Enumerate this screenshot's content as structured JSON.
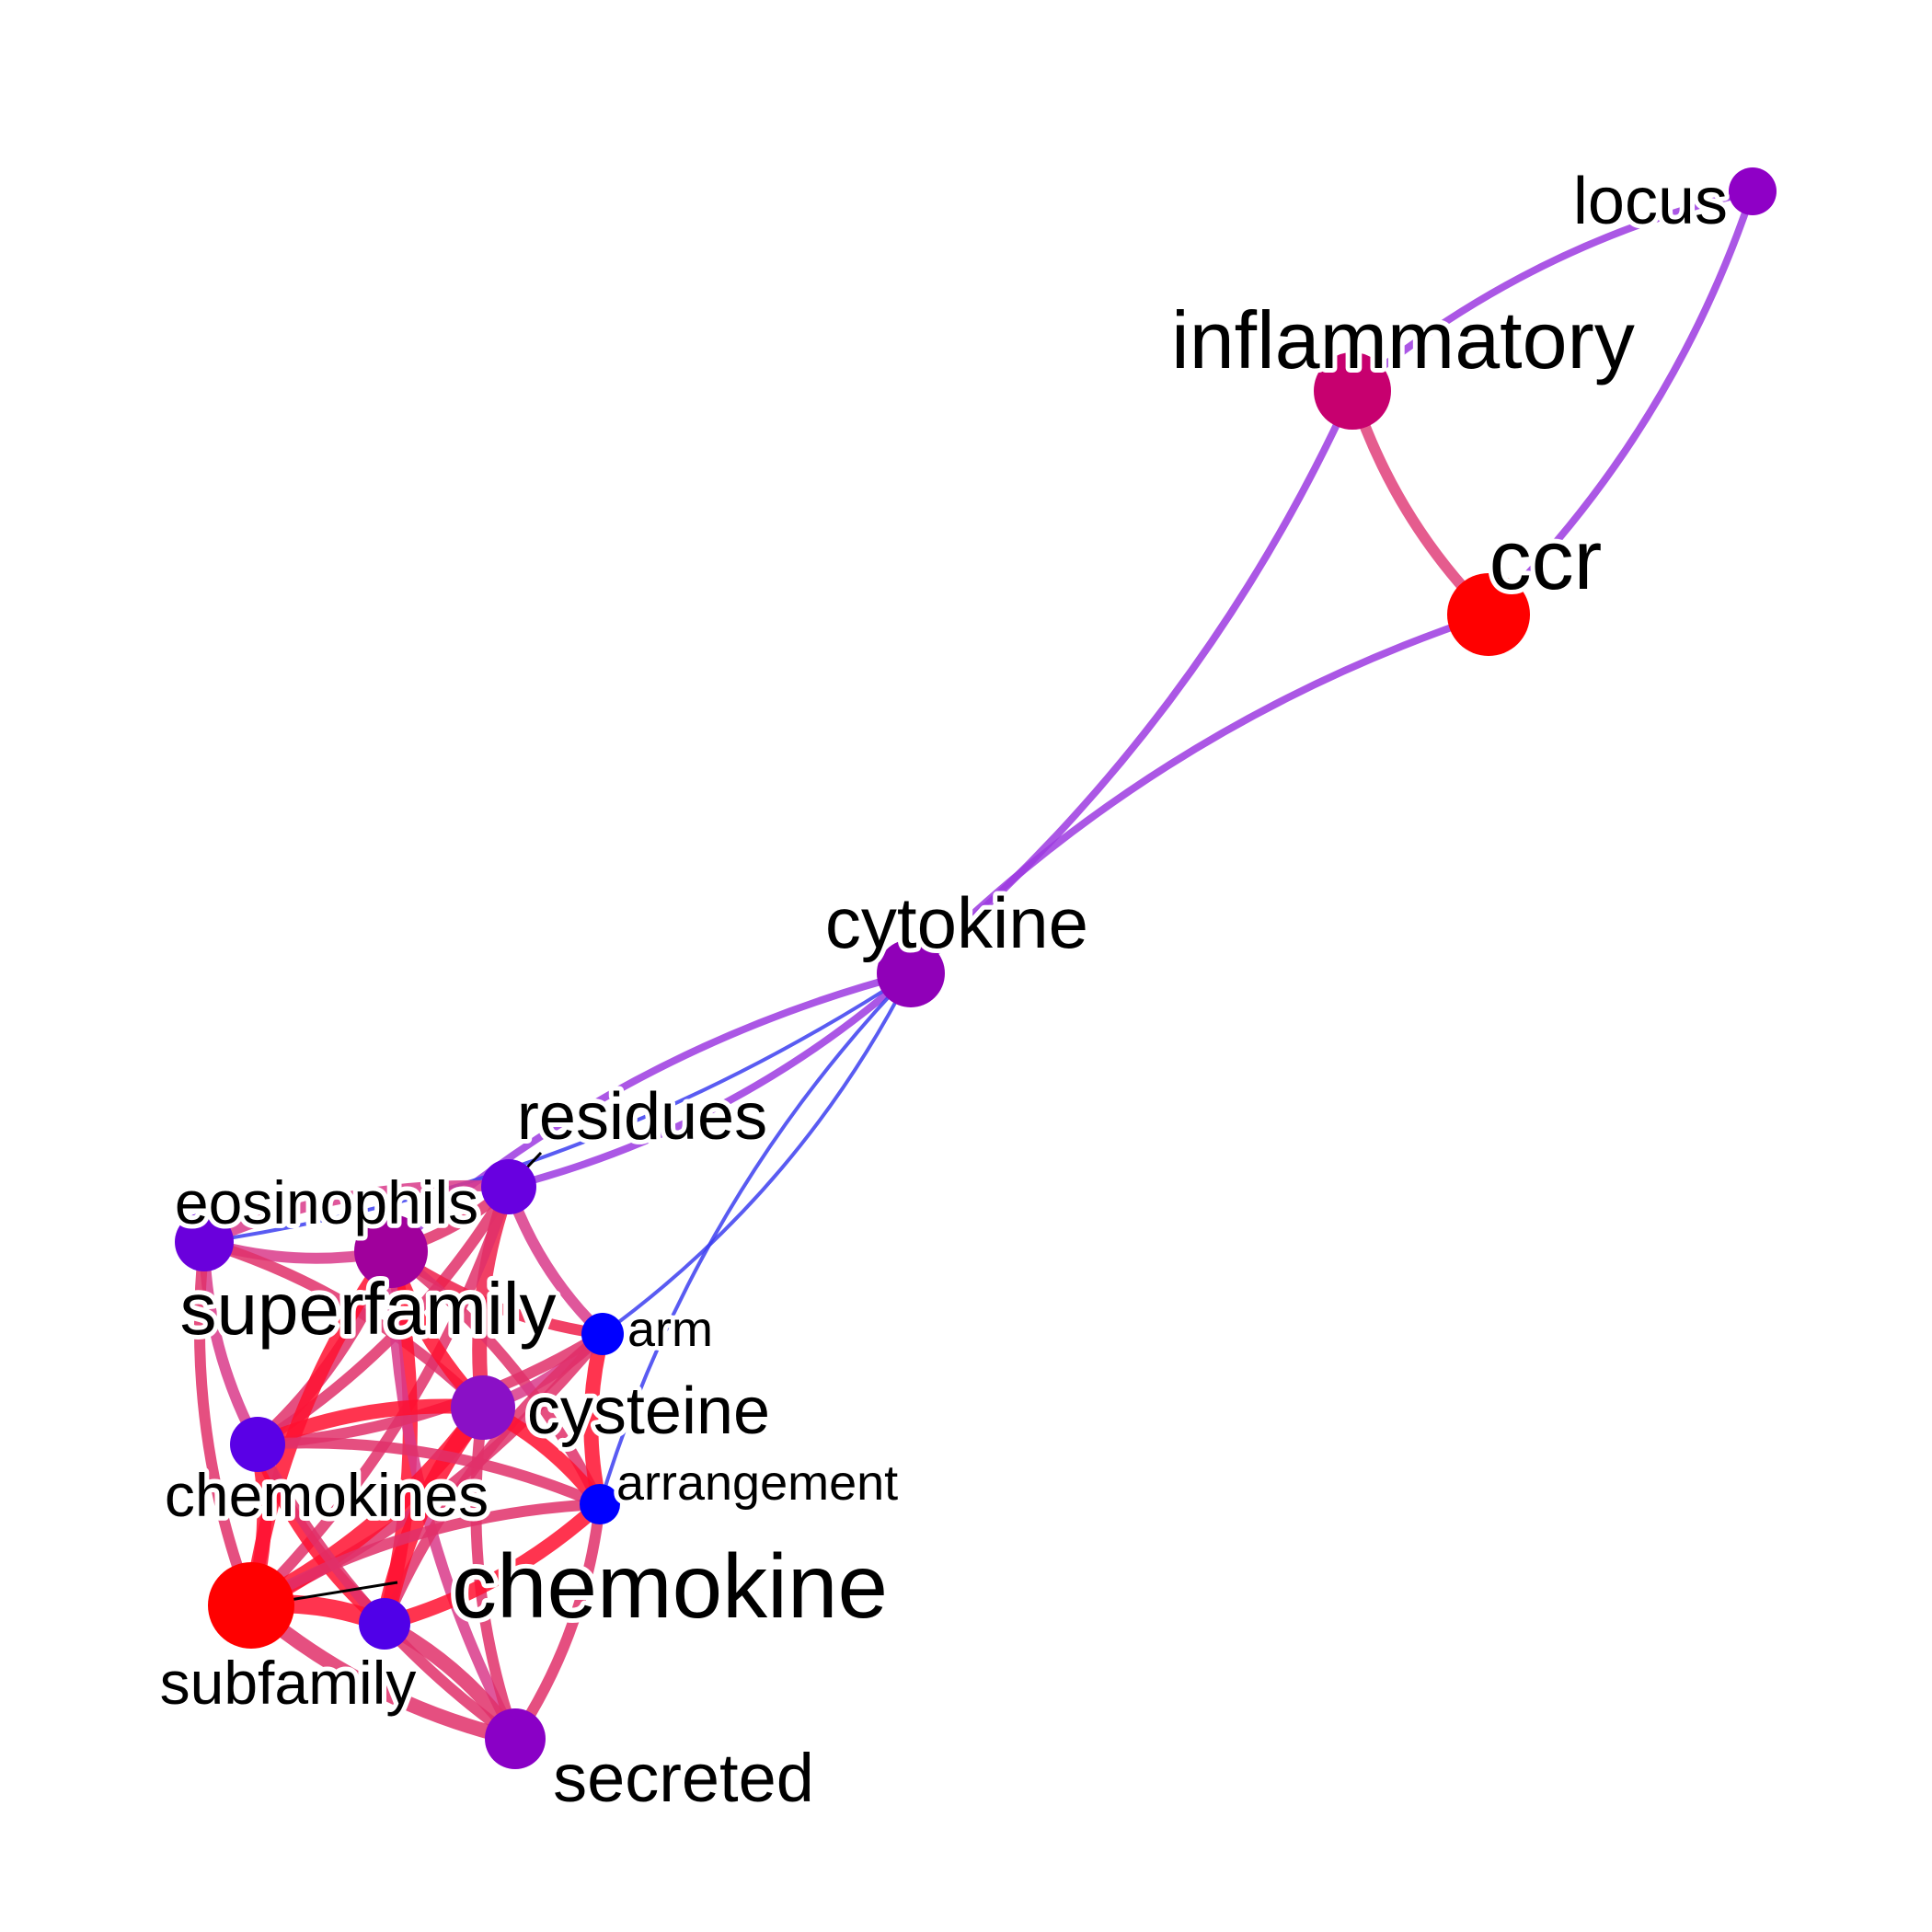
{
  "graph": {
    "type": "word co-occurrence network",
    "colors": {
      "high": "#ff0000",
      "mid": "#8a00c4",
      "low": "#0000ff",
      "edge_mid": "#9c3ae0",
      "label": "#000000",
      "background": "#ffffff"
    },
    "nodes": [
      {
        "id": "locus",
        "label": "locus",
        "color": "#8f00c6",
        "weight": 1
      },
      {
        "id": "inflammatory",
        "label": "inflammatory",
        "color": "#c7006f",
        "weight": 3
      },
      {
        "id": "ccr",
        "label": "ccr",
        "color": "#ff0000",
        "weight": 4
      },
      {
        "id": "cytokine",
        "label": "cytokine",
        "color": "#9000b8",
        "weight": 2
      },
      {
        "id": "residues",
        "label": "residues",
        "color": "#6800e0",
        "weight": 1
      },
      {
        "id": "eosinophils",
        "label": "eosinophils",
        "color": "#6a00dc",
        "weight": 1
      },
      {
        "id": "superfamily",
        "label": "superfamily",
        "color": "#a0009c",
        "weight": 3
      },
      {
        "id": "arm",
        "label": "arm",
        "color": "#0000ff",
        "weight": 0
      },
      {
        "id": "cysteine",
        "label": "cysteine",
        "color": "#8a10c6",
        "weight": 2
      },
      {
        "id": "chemokines",
        "label": "chemokines",
        "color": "#5a00e6",
        "weight": 1
      },
      {
        "id": "arrangement",
        "label": "arrangement",
        "color": "#0000ff",
        "weight": 0
      },
      {
        "id": "chemokine",
        "label": "chemokine",
        "color": "#5000e8",
        "weight": 5
      },
      {
        "id": "subfamily",
        "label": "subfamily",
        "color": "#ff0000",
        "weight": 4
      },
      {
        "id": "secreted",
        "label": "secreted",
        "color": "#8a00c6",
        "weight": 1
      }
    ],
    "edges": [
      {
        "source": "locus",
        "target": "inflammatory",
        "color": "#9c3ae0",
        "weight": 1
      },
      {
        "source": "locus",
        "target": "ccr",
        "color": "#9c3ae0",
        "weight": 1
      },
      {
        "source": "inflammatory",
        "target": "ccr",
        "color": "#e0407a",
        "weight": 2
      },
      {
        "source": "inflammatory",
        "target": "cytokine",
        "color": "#9c3ae0",
        "weight": 1
      },
      {
        "source": "ccr",
        "target": "cytokine",
        "color": "#9c3ae0",
        "weight": 1
      },
      {
        "source": "cytokine",
        "target": "residues",
        "color": "#9c3ae0",
        "weight": 1
      },
      {
        "source": "cytokine",
        "target": "superfamily",
        "color": "#9c3ae0",
        "weight": 1
      },
      {
        "source": "cytokine",
        "target": "arm",
        "color": "#3c3ef0",
        "weight": 0
      },
      {
        "source": "cytokine",
        "target": "arrangement",
        "color": "#3c3ef0",
        "weight": 0
      },
      {
        "source": "cytokine",
        "target": "eosinophils",
        "color": "#3c3ef0",
        "weight": 0
      },
      {
        "source": "eosinophils",
        "target": "superfamily",
        "color": "#d93a8a",
        "weight": 2
      },
      {
        "source": "eosinophils",
        "target": "residues",
        "color": "#d93a8a",
        "weight": 2
      },
      {
        "source": "eosinophils",
        "target": "chemokines",
        "color": "#d93a8a",
        "weight": 2
      },
      {
        "source": "eosinophils",
        "target": "cysteine",
        "color": "#e0306a",
        "weight": 2
      },
      {
        "source": "eosinophils",
        "target": "subfamily",
        "color": "#e0306a",
        "weight": 2
      },
      {
        "source": "residues",
        "target": "superfamily",
        "color": "#e0306a",
        "weight": 2
      },
      {
        "source": "residues",
        "target": "cysteine",
        "color": "#ee1e4a",
        "weight": 3
      },
      {
        "source": "residues",
        "target": "chemokines",
        "color": "#e0306a",
        "weight": 2
      },
      {
        "source": "residues",
        "target": "arm",
        "color": "#d93a8a",
        "weight": 2
      },
      {
        "source": "residues",
        "target": "subfamily",
        "color": "#e0306a",
        "weight": 2
      },
      {
        "source": "superfamily",
        "target": "cysteine",
        "color": "#ff1030",
        "weight": 3
      },
      {
        "source": "superfamily",
        "target": "chemokines",
        "color": "#e0306a",
        "weight": 3
      },
      {
        "source": "superfamily",
        "target": "arm",
        "color": "#ee1e4a",
        "weight": 2
      },
      {
        "source": "superfamily",
        "target": "chemokine",
        "color": "#ff1030",
        "weight": 3
      },
      {
        "source": "superfamily",
        "target": "subfamily",
        "color": "#ff1030",
        "weight": 3
      },
      {
        "source": "superfamily",
        "target": "arrangement",
        "color": "#e0306a",
        "weight": 2
      },
      {
        "source": "superfamily",
        "target": "secreted",
        "color": "#d93a8a",
        "weight": 2
      },
      {
        "source": "arm",
        "target": "cysteine",
        "color": "#d93a8a",
        "weight": 2
      },
      {
        "source": "arm",
        "target": "arrangement",
        "color": "#ff1030",
        "weight": 3
      },
      {
        "source": "arm",
        "target": "chemokines",
        "color": "#e0306a",
        "weight": 2
      },
      {
        "source": "arm",
        "target": "chemokine",
        "color": "#e0306a",
        "weight": 2
      },
      {
        "source": "arm",
        "target": "subfamily",
        "color": "#e0306a",
        "weight": 2
      },
      {
        "source": "cysteine",
        "target": "chemokines",
        "color": "#ff1030",
        "weight": 3
      },
      {
        "source": "cysteine",
        "target": "arrangement",
        "color": "#ff1030",
        "weight": 3
      },
      {
        "source": "cysteine",
        "target": "chemokine",
        "color": "#ff1030",
        "weight": 4
      },
      {
        "source": "cysteine",
        "target": "subfamily",
        "color": "#ff1030",
        "weight": 4
      },
      {
        "source": "cysteine",
        "target": "secreted",
        "color": "#e0306a",
        "weight": 2
      },
      {
        "source": "chemokines",
        "target": "subfamily",
        "color": "#ff1030",
        "weight": 3
      },
      {
        "source": "chemokines",
        "target": "chemokine",
        "color": "#ff1030",
        "weight": 3
      },
      {
        "source": "chemokines",
        "target": "arrangement",
        "color": "#e0306a",
        "weight": 2
      },
      {
        "source": "chemokines",
        "target": "secreted",
        "color": "#e0306a",
        "weight": 2
      },
      {
        "source": "arrangement",
        "target": "chemokine",
        "color": "#ff1030",
        "weight": 3
      },
      {
        "source": "arrangement",
        "target": "subfamily",
        "color": "#e0306a",
        "weight": 2
      },
      {
        "source": "arrangement",
        "target": "secreted",
        "color": "#e0306a",
        "weight": 2
      },
      {
        "source": "chemokine",
        "target": "subfamily",
        "color": "#ff1030",
        "weight": 4
      },
      {
        "source": "chemokine",
        "target": "secreted",
        "color": "#e0306a",
        "weight": 3
      },
      {
        "source": "subfamily",
        "target": "secreted",
        "color": "#e0306a",
        "weight": 3
      }
    ]
  }
}
